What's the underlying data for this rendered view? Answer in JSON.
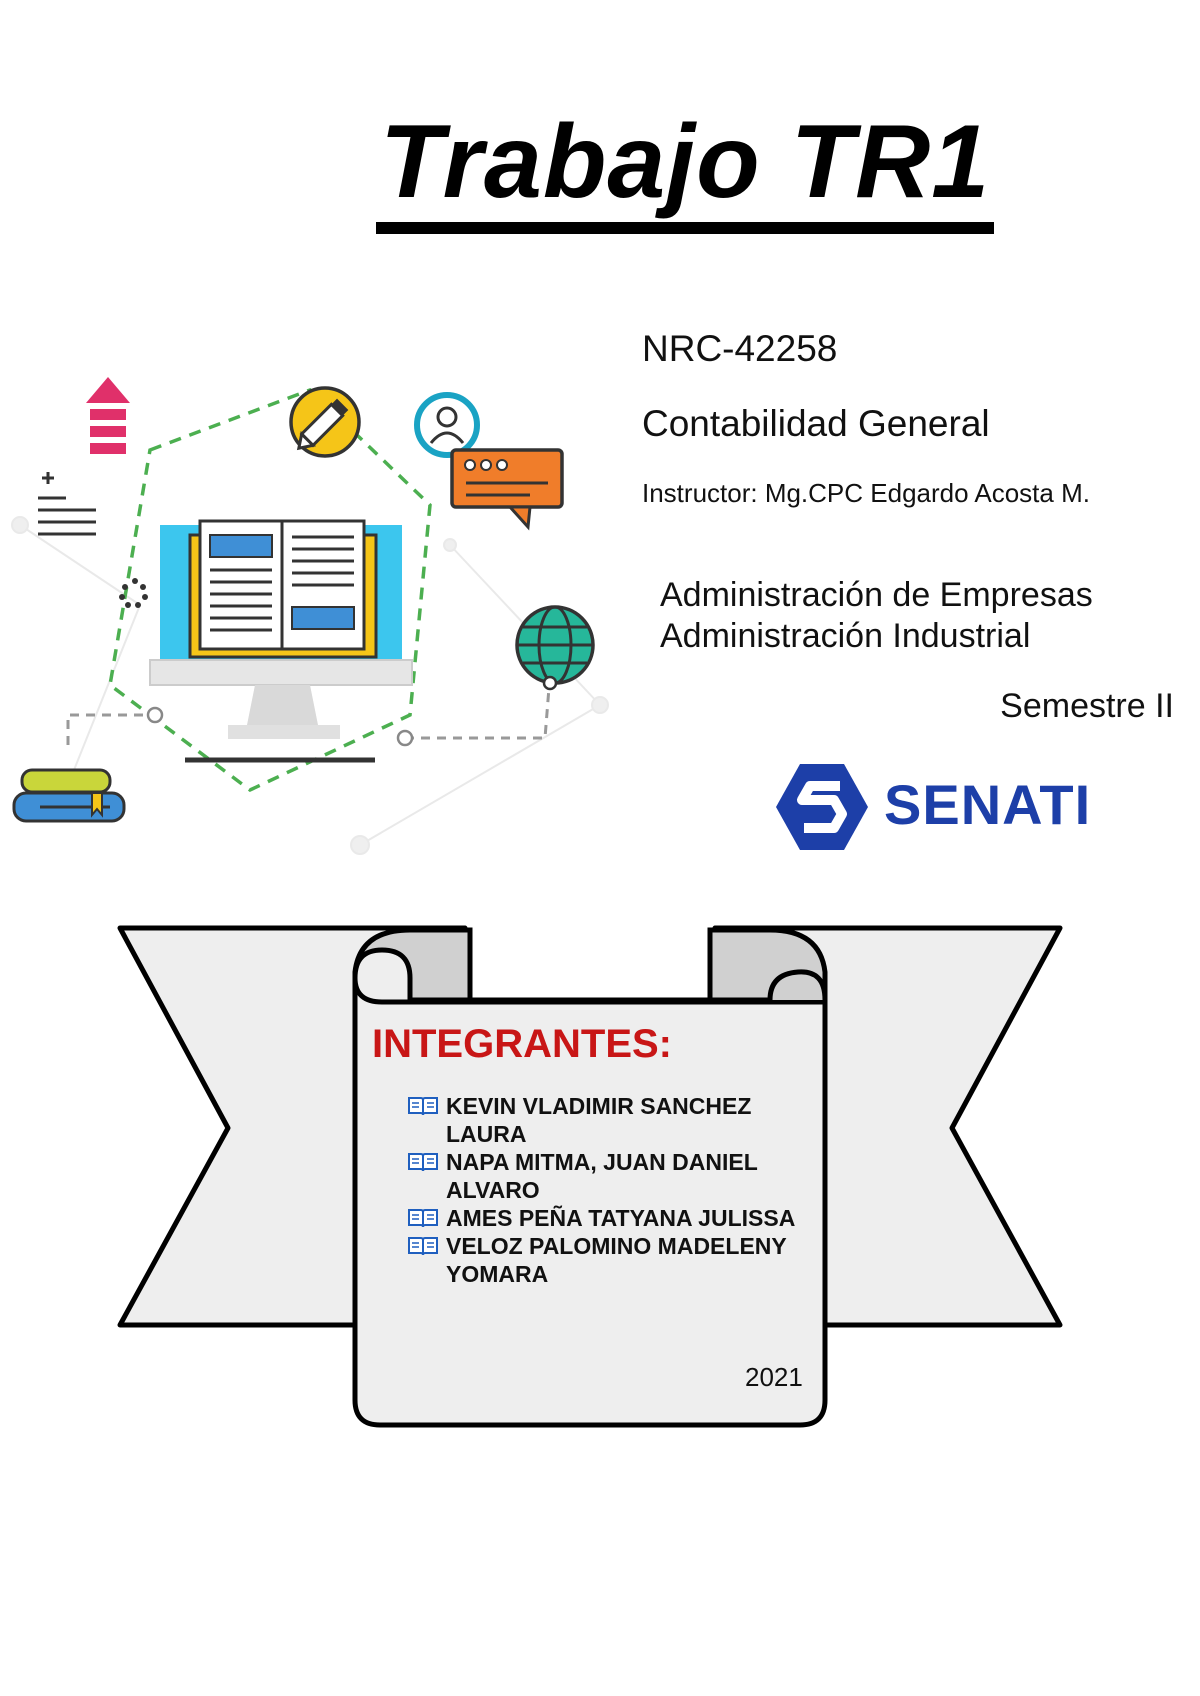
{
  "cover": {
    "title": "Trabajo TR1",
    "nrc": "NRC-42258",
    "course": "Contabilidad General",
    "instructor": "Instructor: Mg.CPC Edgardo Acosta M.",
    "careers": [
      "Administración de Empresas",
      "Administración Industrial"
    ],
    "semester": "Semestre II",
    "logo_text": "SENATI",
    "members_title": "INTEGRANTES:",
    "members": [
      "KEVIN VLADIMIR SANCHEZ LAURA",
      "NAPA MITMA, JUAN DANIEL ALVARO",
      "AMES PEÑA TATYANA JULISSA",
      "VELOZ PALOMINO MADELENY YOMARA"
    ],
    "year": "2021"
  },
  "colors": {
    "title": "#000000",
    "members_title": "#c81616",
    "logo_blue": "#1d3fa8",
    "banner_fill": "#eeeeee",
    "banner_fold": "#d0d0d0"
  },
  "icons": [
    "book-icon",
    "pencil-icon",
    "user-icon",
    "chat-icon",
    "globe-icon",
    "arrow-up-icon",
    "monitor-icon",
    "books-stack-icon"
  ]
}
